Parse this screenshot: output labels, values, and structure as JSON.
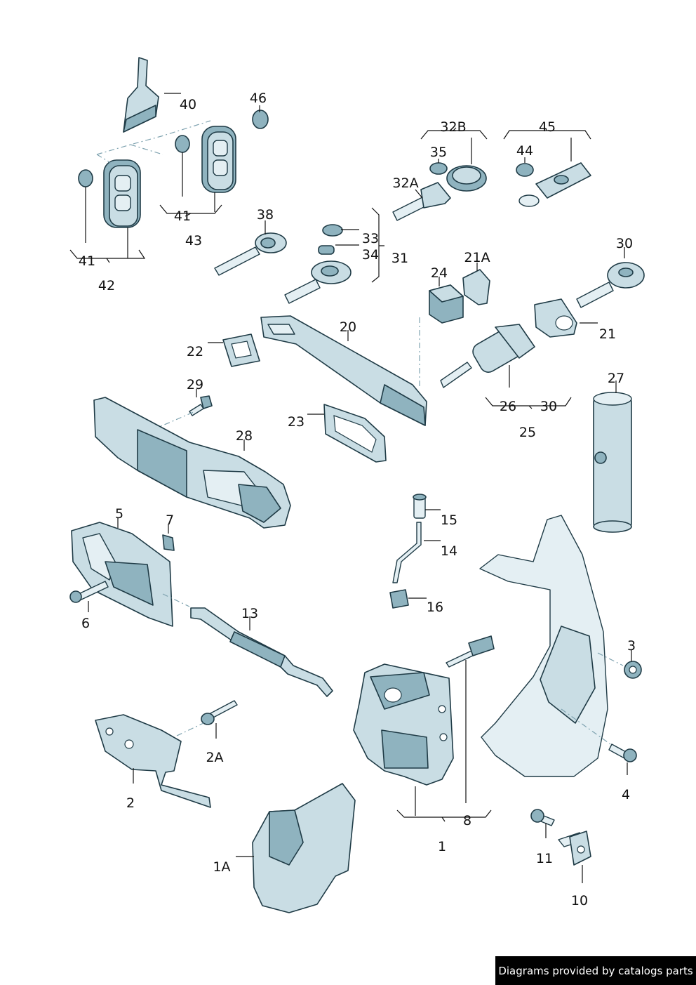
{
  "labels": {
    "l40": "40",
    "l46": "46",
    "l41a": "41",
    "l43": "43",
    "l41b": "41",
    "l42": "42",
    "l38": "38",
    "l33": "33",
    "l34": "34",
    "l31": "31",
    "l32B": "32B",
    "l35": "35",
    "l32A": "32A",
    "l45": "45",
    "l44": "44",
    "l30a": "30",
    "l24": "24",
    "l21A": "21A",
    "l21": "21",
    "l20": "20",
    "l22": "22",
    "l23": "23",
    "l26": "26",
    "l30b": "30",
    "l25": "25",
    "l27": "27",
    "l29": "29",
    "l28": "28",
    "l5": "5",
    "l7": "7",
    "l6": "6",
    "l13": "13",
    "l15": "15",
    "l14": "14",
    "l16": "16",
    "l3": "3",
    "l4": "4",
    "l2A": "2A",
    "l2": "2",
    "l8": "8",
    "l1": "1",
    "l1A": "1A",
    "l11": "11",
    "l10": "10"
  },
  "footer": {
    "credit": "Diagrams provided by catalogs parts"
  }
}
